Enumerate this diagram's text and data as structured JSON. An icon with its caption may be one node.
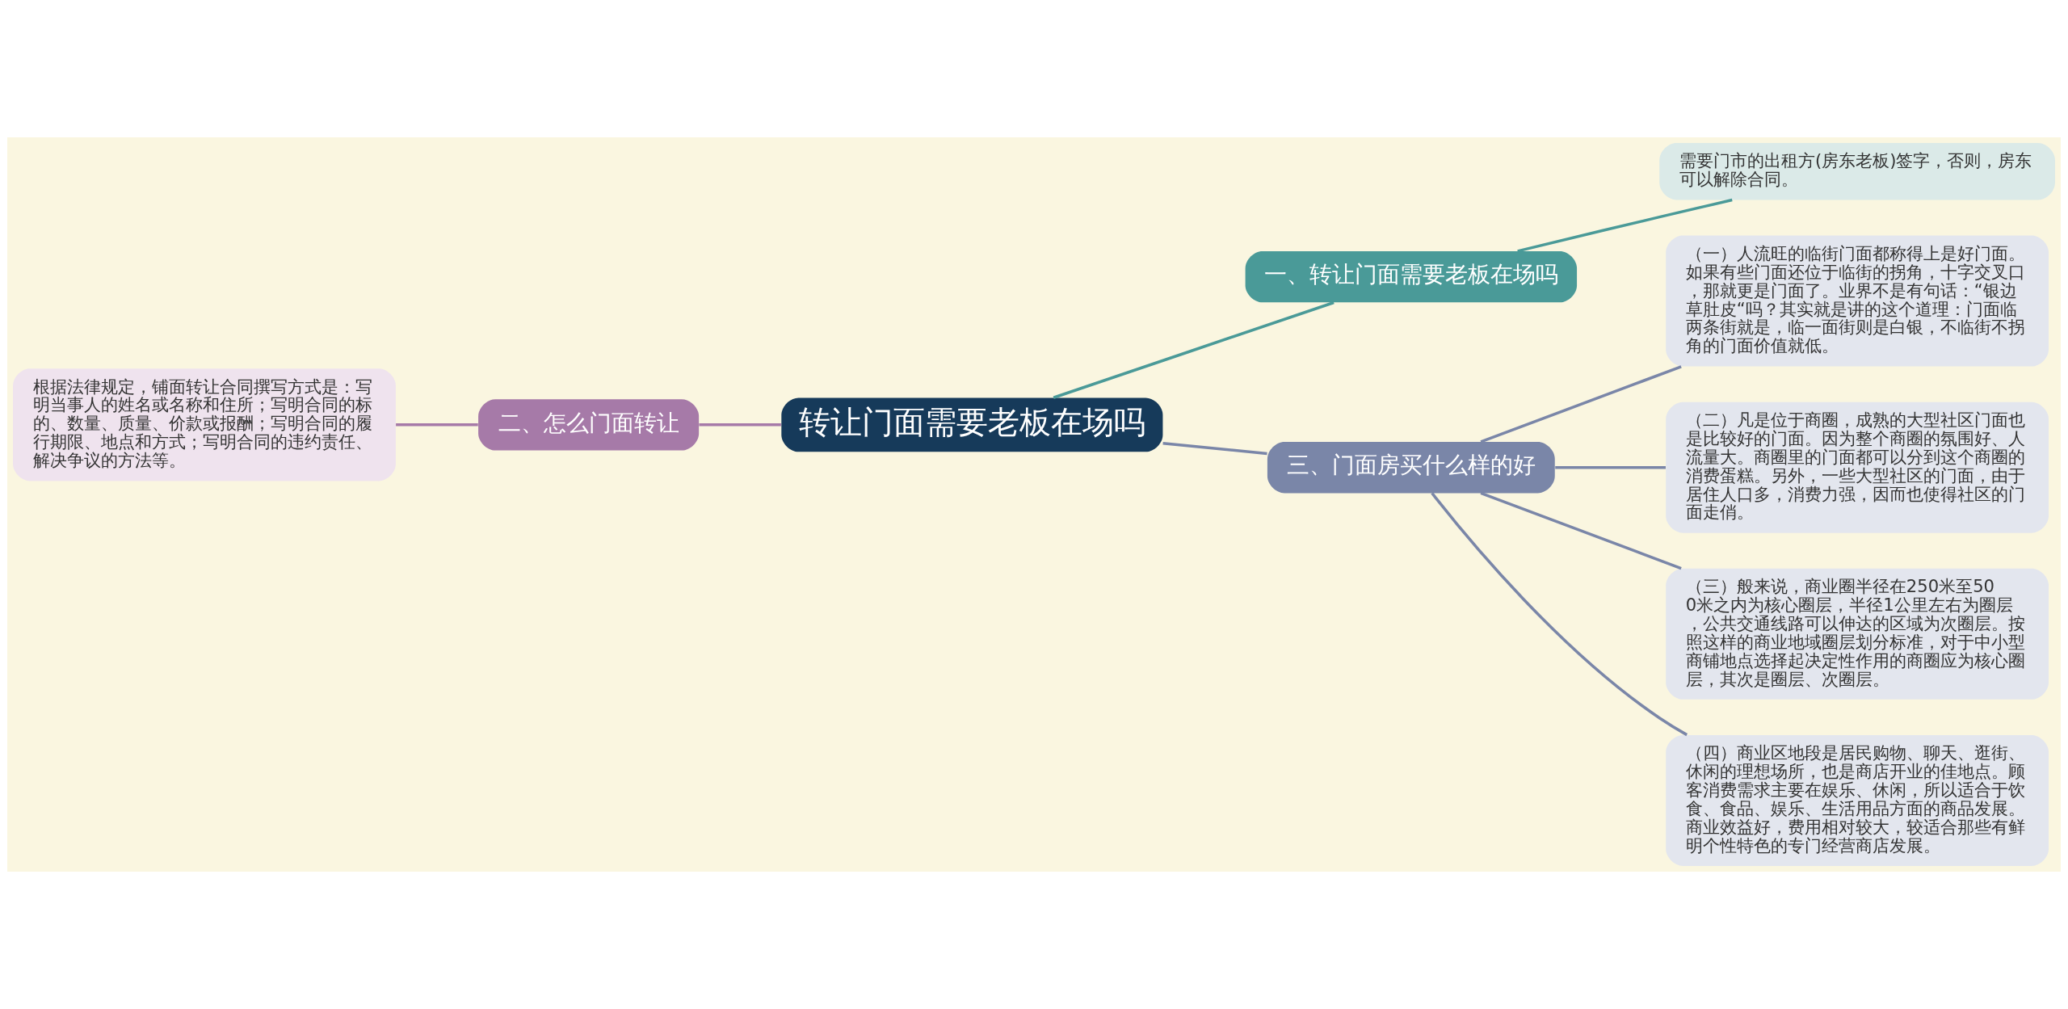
{
  "diagram": {
    "nodes": [
      {
        "text": [
          "转让门面需要老板在场吗"
        ]
      },
      {
        "text": [
          "一、转让门面需要老板在场吗"
        ]
      },
      {
        "text": [
          "需要门市的出租方(房东老板)签字，否则，房东可以解除合同。"
        ]
      },
      {
        "text": [
          "二、怎么门面转让"
        ]
      },
      {
        "text": [
          "根据法律规定，铺面转让合同撰写方式是：写明当事人的姓名或名称和住所；写明合同的标的、数量、质量、价款或报酬；写明合同的履行期限、地点和方式；写明合同的违约责任、解决争议的方法等。"
        ]
      },
      {
        "text": [
          "三、门面房买什么样的好"
        ]
      },
      {
        "text": [
          "（一）人流旺的临街门面都称得上是好门面。如果有些门面还位于临街的拐角，十字交叉口，那就更是门面了。业界不是有句话：“银边草肚皮“吗？其实就是讲的这个道理：门面临两条街就是，临一面街则是白银，不临街不拐角的门面价值就低。"
        ]
      },
      {
        "text": [
          "（二）凡是位于商圈，成熟的大型社区门面也是比较好的门面。因为整个商圈的氛围好、人流量大。商圈里的门面都可以分到这个商圈的消费蛋糕。另外，一些大型社区的门面，由于居住人口多，消费力强，因而也使得社区的门面走俏。"
        ]
      },
      {
        "text": [
          "（三）般来说，商业圈半径在250米至500米之内为核心圈层，半径1公里左右为圈层，公共交通线路可以伸达的区域为次圈层。按照这样的商业地域圈层划分标准，对于中小型商铺地点选择起决定性作用的商圈应为核心圈层，其次是圈层、次圈层。"
        ]
      },
      {
        "text": [
          "（四）商业区地段是居民购物、聊天、逛街、休闲的理想场所，也是商店开业的佳地点。顾客消费需求主要在娱乐、休闲，所以适合于饮食、食品、娱乐、生活用品方面的商品发展。商业效益好，费用相对较大，较适合那些有鲜明个性特色的专门经营商店发展。"
        ]
      }
    ],
    "edges": [
      {
        "from": 0,
        "to": 1,
        "arrow": "none",
        "color": "#4a9a98"
      },
      {
        "from": 1,
        "to": 2,
        "arrow": "none",
        "color": "#4a9a98"
      },
      {
        "from": 0,
        "to": 3,
        "arrow": "none",
        "color": "#a67aa8"
      },
      {
        "from": 3,
        "to": 4,
        "arrow": "none",
        "color": "#a67aa8"
      },
      {
        "from": 0,
        "to": 5,
        "arrow": "none"
      },
      {
        "from": 5,
        "to": 6,
        "arrow": "none"
      },
      {
        "from": 5,
        "to": 7,
        "arrow": "none"
      },
      {
        "from": 5,
        "to": 8,
        "arrow": "none"
      },
      {
        "from": 5,
        "to": 9,
        "arrow": "none"
      }
    ]
  }
}
